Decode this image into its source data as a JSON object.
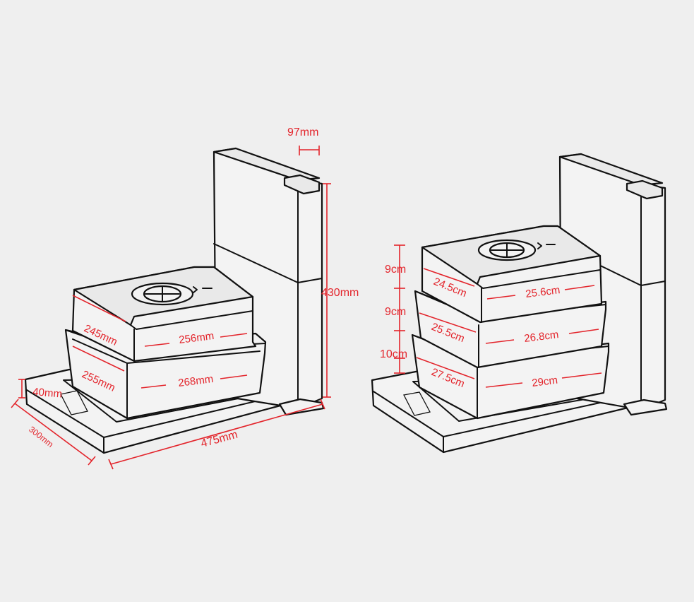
{
  "left_product": {
    "height": "430mm",
    "handle_depth": "97mm",
    "base_height": "40mm",
    "base_depth": "300mm",
    "base_width": "475mm",
    "top_tray_depth": "245mm",
    "top_tray_width": "256mm",
    "bottom_tray_depth": "255mm",
    "bottom_tray_width": "268mm"
  },
  "right_product": {
    "tier1_height": "9cm",
    "tier2_height": "9cm",
    "tier3_height": "10cm",
    "tier1_depth": "24.5cm",
    "tier1_width": "25.6cm",
    "tier2_depth": "25.5cm",
    "tier2_width": "26.8cm",
    "tier3_depth": "27.5cm",
    "tier3_width": "29cm"
  },
  "colors": {
    "background": "#efefef",
    "outline": "#111111",
    "dimension": "#e3242b"
  }
}
